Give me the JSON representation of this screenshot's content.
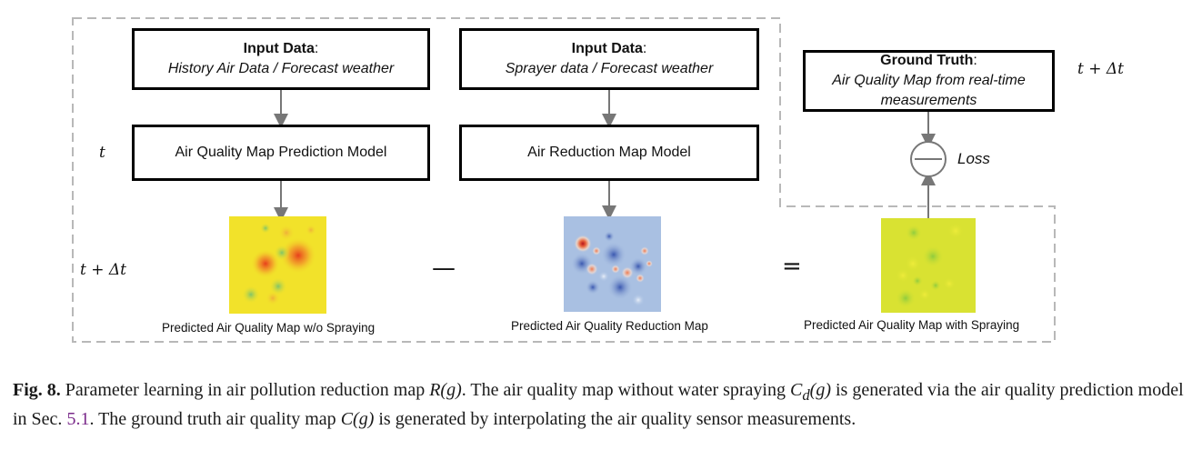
{
  "diagram": {
    "left_input": {
      "title": "Input Data",
      "colon": ":",
      "subtitle": "History Air Data / Forecast weather"
    },
    "middle_input": {
      "title": "Input Data",
      "colon": ":",
      "subtitle": "Sprayer data / Forecast weather"
    },
    "ground_truth": {
      "title": "Ground Truth",
      "colon": ":",
      "subtitle_line1": "Air Quality Map from real-time",
      "subtitle_line2": "measurements"
    },
    "prediction_model": "Air Quality Map Prediction Model",
    "reduction_model": "Air Reduction Map Model",
    "time_t": "t",
    "time_t_dt_left": "t + Δt",
    "time_t_dt_right": "t + Δt",
    "minus_operator": "—",
    "equals_operator": "=",
    "loss_label": "Loss",
    "map_labels": {
      "without_spraying": "Predicted Air Quality Map w/o Spraying",
      "reduction": "Predicted Air Quality Reduction Map",
      "with_spraying": "Predicted Air Quality Map with Spraying"
    },
    "colors": {
      "box_border": "#000000",
      "arrow": "#777777",
      "dashed_boundary": "#b8b8b8",
      "map_without_base": "#f2e22a",
      "map_reduction_base": "#a9c0e2",
      "map_with_base": "#d9e232",
      "hotspot_red": "#e8401c",
      "caption_link": "#7a2a8a"
    }
  },
  "caption": {
    "fig_label": "Fig. 8.",
    "part1": " Parameter learning in air pollution reduction map ",
    "math_R": "R(g)",
    "part2": ". The air quality map without water spraying ",
    "math_Cd_base": "C",
    "math_Cd_sub": "d",
    "math_Cd_arg": "(g)",
    "part3": " is generated via the air quality prediction model in Sec. ",
    "section_link": "5.1",
    "part4": ". The ground truth air quality map ",
    "math_C": "C(g)",
    "part5": " is generated by interpolating the air quality sensor measurements."
  }
}
